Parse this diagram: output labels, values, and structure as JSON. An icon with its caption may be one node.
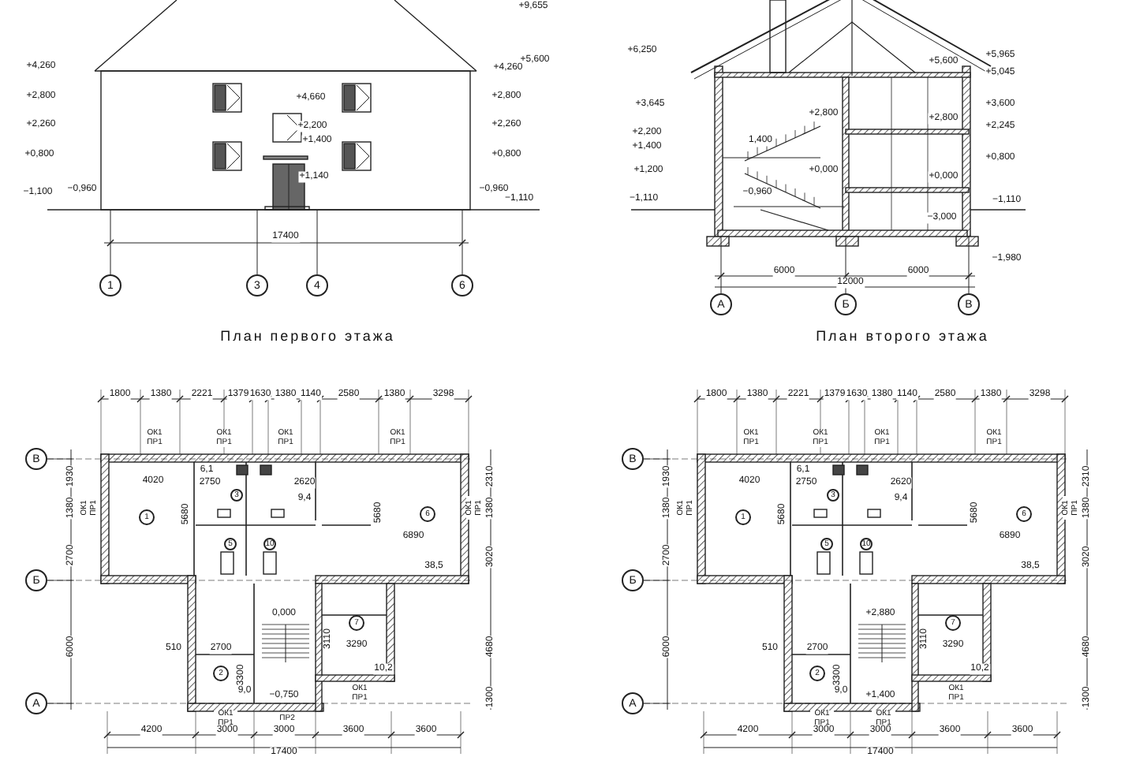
{
  "diagram": {
    "nodes": [
      {
        "text": [
          "1"
        ]
      },
      {
        "text": [
          "3"
        ]
      },
      {
        "text": [
          "4"
        ]
      },
      {
        "text": [
          "6"
        ]
      },
      {
        "text": [
          "А"
        ]
      },
      {
        "text": [
          "Б"
        ]
      },
      {
        "text": [
          "В"
        ]
      },
      {
        "text": [
          "В"
        ]
      },
      {
        "text": [
          "Б"
        ]
      },
      {
        "text": [
          "А"
        ]
      },
      {
        "text": [
          "1"
        ]
      },
      {
        "text": [
          "3"
        ]
      },
      {
        "text": [
          "6"
        ]
      },
      {
        "text": [
          "5"
        ]
      },
      {
        "text": [
          "10"
        ]
      },
      {
        "text": [
          "7"
        ]
      },
      {
        "text": [
          "2"
        ]
      },
      {
        "text": [
          "В"
        ]
      },
      {
        "text": [
          "Б"
        ]
      },
      {
        "text": [
          "А"
        ]
      },
      {
        "text": [
          "1"
        ]
      },
      {
        "text": [
          "3"
        ]
      },
      {
        "text": [
          "6"
        ]
      },
      {
        "text": [
          "5"
        ]
      },
      {
        "text": [
          "10"
        ]
      },
      {
        "text": [
          "7"
        ]
      },
      {
        "text": [
          "2"
        ]
      }
    ],
    "labels": [
      "+9,655",
      "+4,260",
      "+2,800",
      "+2,260",
      "+0,800",
      "−1,100",
      "−0,960",
      "+4,660",
      "+2,200",
      "+1,400",
      "+1,140",
      "+5,600",
      "+4,260",
      "+2,800",
      "+2,260",
      "+0,800",
      "−0,960",
      "−1,110",
      "17400",
      "План первого этажа",
      "+6,250",
      "+3,645",
      "+2,200",
      "+1,400",
      "+1,200",
      "−1,110",
      "+2,800",
      "1,400",
      "+0,000",
      "−0,960",
      "+5,600",
      "+2,800",
      "+0,000",
      "−3,000",
      "+5,965",
      "+5,045",
      "+3,600",
      "+2,245",
      "+0,800",
      "−1,110",
      "−1,980",
      "6000",
      "6000",
      "12000",
      "План второго этажа",
      "1800",
      "1380",
      "2221",
      "1379",
      "1630",
      "1380",
      "1140",
      "2580",
      "1380",
      "3298",
      "ОК1 ПР1",
      "ОК1 ПР1",
      "ОК1 ПР1",
      "ОК1 ПР1",
      "1930",
      "1380",
      "2700",
      "6000",
      "2310",
      "1380",
      "3020",
      "4680",
      "1300",
      "4020",
      "5680",
      "6,1",
      "2750",
      "9,4",
      "2620",
      "6890",
      "5680",
      "38,5",
      "510",
      "2700",
      "3300",
      "9,0",
      "3290",
      "10,2",
      "3110",
      "0,000",
      "−0,750",
      "ОК1 ПР1",
      "ПР2",
      "ОК1 ПР1",
      "4200",
      "3000",
      "3000",
      "3600",
      "3600",
      "17400",
      "ОК1 ПР1",
      "ОК1 ПР1",
      "1800",
      "1380",
      "2221",
      "1379",
      "1630",
      "1380",
      "1140",
      "2580",
      "1380",
      "3298",
      "ОК1 ПР1",
      "ОК1 ПР1",
      "ОК1 ПР1",
      "ОК1 ПР1",
      "1930",
      "1380",
      "2700",
      "6000",
      "2310",
      "1380",
      "3020",
      "4680",
      "1300",
      "4020",
      "5680",
      "6,1",
      "2750",
      "9,4",
      "2620",
      "6890",
      "5680",
      "38,5",
      "510",
      "2700",
      "3300",
      "9,0",
      "3290",
      "10,2",
      "3110",
      "+2,880",
      "+1,400",
      "ОК1 ПР1",
      "ОК1 ПР1",
      "ОК1 ПР1",
      "4200",
      "3000",
      "3000",
      "3600",
      "3600",
      "17400",
      "ОК1 ПР1",
      "ОК1 ПР1"
    ]
  }
}
